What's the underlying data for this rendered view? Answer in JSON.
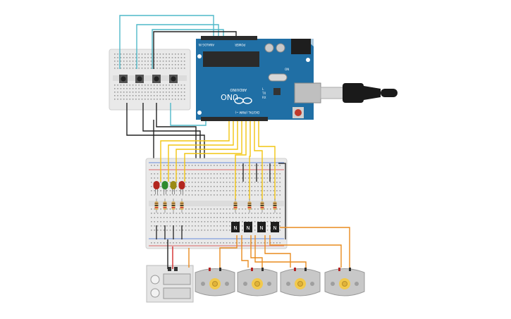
{
  "board": {
    "brand": "ARDUINO",
    "model": "UNO",
    "analog_header": "ANALOG IN",
    "power_header": "POWER",
    "digital_header": "DIGITAL (PWM ~)",
    "tx_label": "TX",
    "rx_label": "RX",
    "l_label": "L",
    "on_label": "ON"
  },
  "components": {
    "leds": [
      "#b3261e",
      "#2e8b2e",
      "#9a8a14",
      "#b3261e"
    ],
    "transistor_label": "N",
    "wire_colors": {
      "teal": "#4fb8c9",
      "black": "#222222",
      "yellow": "#f2c511",
      "orange": "#e98b1f",
      "red": "#d42a2a"
    }
  }
}
